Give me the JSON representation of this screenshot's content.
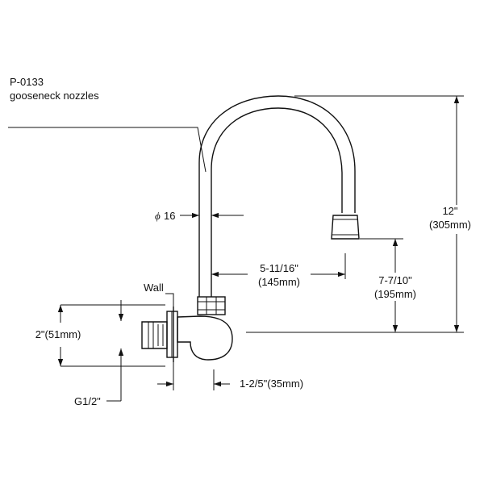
{
  "header": {
    "model": "P-0133",
    "description": "gooseneck nozzles"
  },
  "labels": {
    "diameter_symbol": "ϕ",
    "diameter_value": "16",
    "wall": "Wall",
    "thread": "G1/2\"",
    "wall_to_body": "1-2/5\"(35mm)",
    "flange_height": "2\"(51mm)"
  },
  "dimensions": {
    "total_height": {
      "inch": "12\"",
      "mm": "(305mm)"
    },
    "spout_reach": {
      "inch": "5-11/16\"",
      "mm": "(145mm)"
    },
    "spout_clearance": {
      "inch": "7-7/10\"",
      "mm": "(195mm)"
    }
  },
  "colors": {
    "line": "#111111",
    "background": "#ffffff"
  }
}
